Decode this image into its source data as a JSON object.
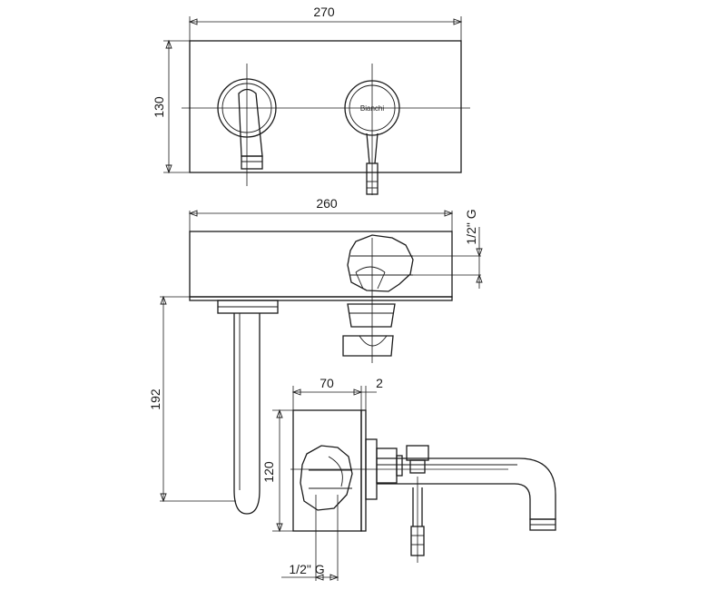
{
  "brand": "Bianchi",
  "dimensions": {
    "front_width": "270",
    "front_height": "130",
    "top_width": "260",
    "top_thread": "1/2\" G",
    "spout_drop": "192",
    "side_depth": "70",
    "side_plate": "2",
    "side_height": "120",
    "side_thread": "1/2\" G"
  }
}
